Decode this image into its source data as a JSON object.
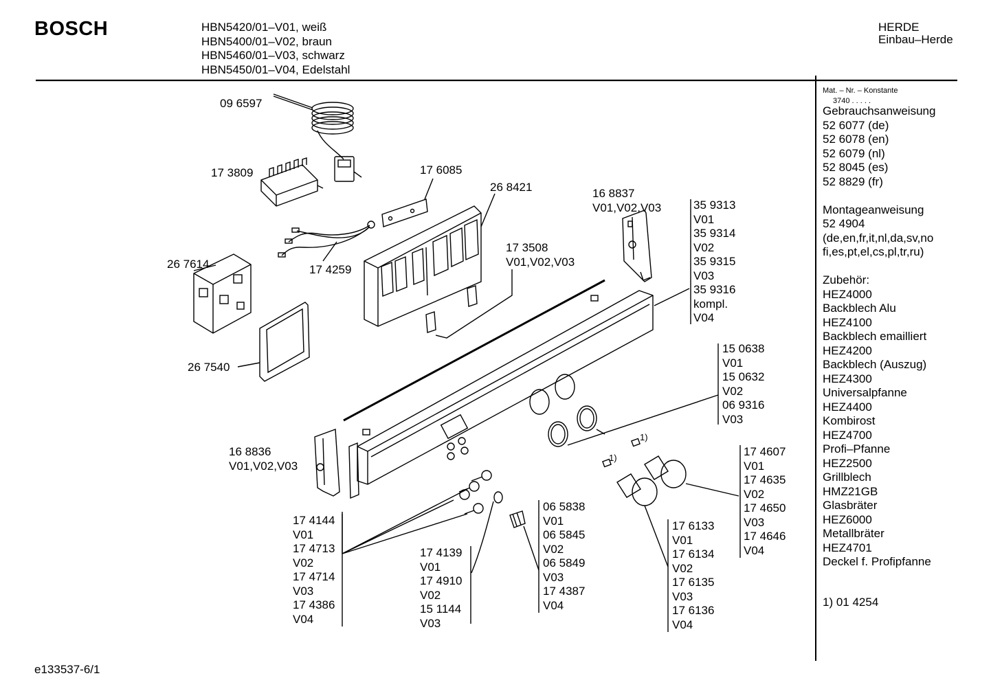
{
  "header": {
    "brand": "BOSCH",
    "models": [
      "HBN5420/01–V01, weiß",
      "HBN5400/01–V02, braun",
      "HBN5460/01–V03, schwarz",
      "HBN5450/01–V04, Edelstahl"
    ],
    "category": "HERDE",
    "subcategory": "Einbau–Herde"
  },
  "parts": {
    "p096597": "09 6597",
    "p173809": "17 3809",
    "p176085": "17 6085",
    "p268421": "26 8421",
    "p174259": "17 4259",
    "p267614": "26 7614",
    "p267540": "26 7540",
    "p173508": [
      "17 3508",
      "V01,V02,V03"
    ],
    "p168837": [
      "16 8837",
      "V01,V02,V03"
    ],
    "p168836": [
      "16 8836",
      "V01,V02,V03"
    ],
    "group_359": [
      "35 9313",
      "V01",
      "35 9314",
      "V02",
      "35 9315",
      "V03",
      "35 9316",
      "kompl.",
      "V04"
    ],
    "group_150": [
      "15 0638",
      "V01",
      "15 0632",
      "V02",
      "06 9316",
      "V03"
    ],
    "group_1746": [
      "17 4607",
      "V01",
      "17 4635",
      "V02",
      "17 4650",
      "V03",
      "17 4646",
      "V04"
    ],
    "group_1761": [
      "17 6133",
      "V01",
      "17 6134",
      "V02",
      "17 6135",
      "V03",
      "17 6136",
      "V04"
    ],
    "group_1741": [
      "17 4144",
      "V01",
      "17 4713",
      "V02",
      "17 4714",
      "V03",
      "17 4386",
      "V04"
    ],
    "group_17413": [
      "17 4139",
      "V01",
      "17 4910",
      "V02",
      "15 1144",
      "V03"
    ],
    "group_0658": [
      "06 5838",
      "V01",
      "06 5845",
      "V02",
      "06 5849",
      "V03",
      "17 4387",
      "V04"
    ],
    "note_marker_a": "1)",
    "note_marker_b": "1)"
  },
  "sidebar": {
    "mat_label": "Mat. – Nr. – Konstante",
    "mat_value": "3740 . . . . .",
    "lines": [
      "Gebrauchsanweisung",
      "52 6077 (de)",
      "52 6078 (en)",
      "52 6079 (nl)",
      "52 8045 (es)",
      "52 8829 (fr)",
      "",
      "Montageanweisung",
      "52 4904",
      "(de,en,fr,it,nl,da,sv,no",
      "fi,es,pt,el,cs,pl,tr,ru)",
      "",
      "Zubehör:",
      "HEZ4000",
      "Backblech Alu",
      "HEZ4100",
      "Backblech emailliert",
      "HEZ4200",
      "Backblech (Auszug)",
      "HEZ4300",
      "Universalpfanne",
      "HEZ4400",
      "Kombirost",
      "HEZ4700",
      "Profi–Pfanne",
      "HEZ2500",
      "Grillblech",
      "HMZ21GB",
      "Glasbräter",
      "HEZ6000",
      "Metallbräter",
      "HEZ4701",
      "Deckel f. Profipfanne"
    ],
    "footnote": "1) 01 4254"
  },
  "footer": {
    "drawing_id": "e133537-6/1"
  }
}
